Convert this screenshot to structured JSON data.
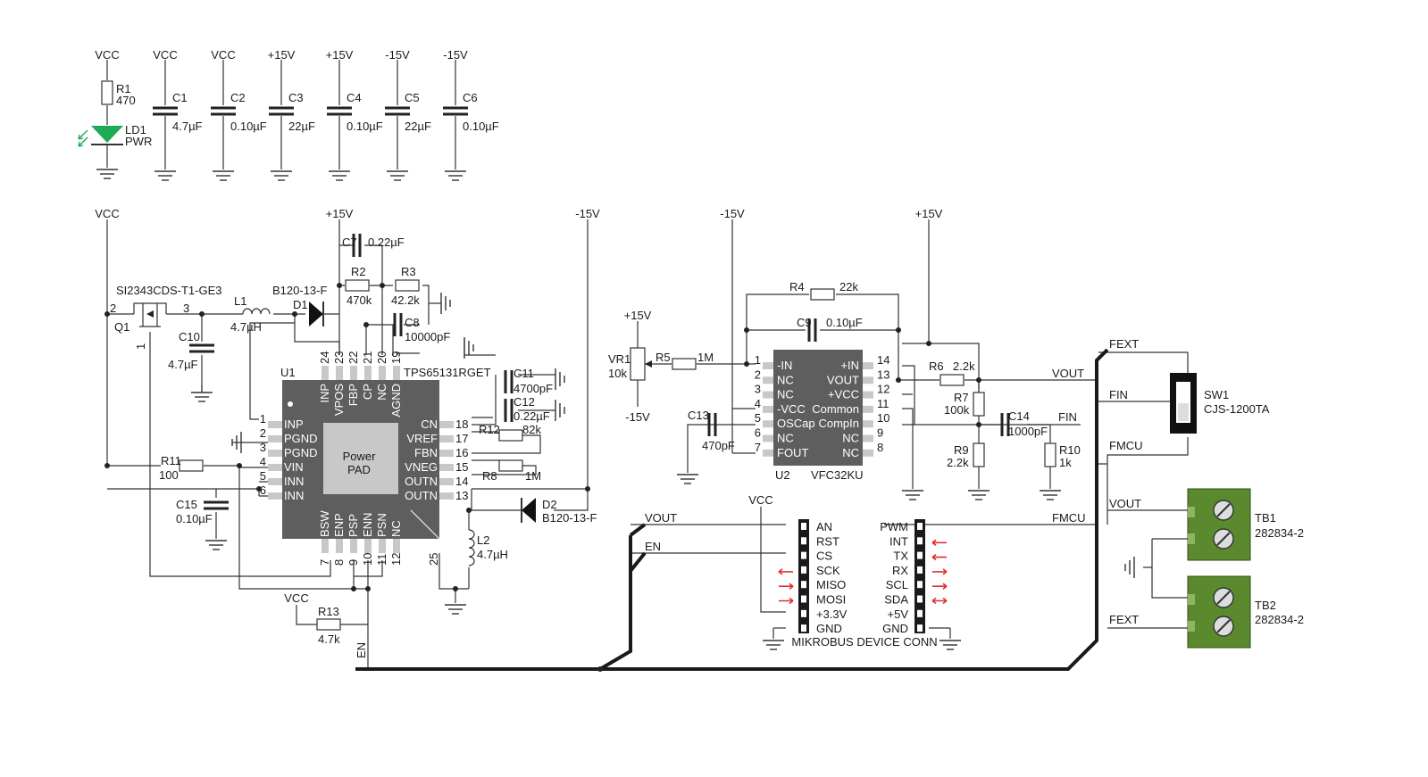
{
  "colors": {
    "chip": "#5e5e5e",
    "pad": "#c8c8c8",
    "pin": "#c8c8c8",
    "led": "#1faa55",
    "arrow": "#e03030",
    "terminal": "#5b8a2e",
    "wire": "#333333",
    "bus": "#1a1a1a"
  },
  "top_row": {
    "led": {
      "supply": "VCC",
      "resistor": "R1",
      "resistor_value": "470",
      "designator": "LD1",
      "label": "PWR"
    },
    "caps": [
      {
        "supply": "VCC",
        "ref": "C1",
        "value": "4.7µF"
      },
      {
        "supply": "VCC",
        "ref": "C2",
        "value": "0.10µF"
      },
      {
        "supply": "+15V",
        "ref": "C3",
        "value": "22µF"
      },
      {
        "supply": "+15V",
        "ref": "C4",
        "value": "0.10µF"
      },
      {
        "supply": "-15V",
        "ref": "C5",
        "value": "22µF"
      },
      {
        "supply": "-15V",
        "ref": "C6",
        "value": "0.10µF"
      }
    ]
  },
  "power_section": {
    "vcc": "VCC",
    "p15": "+15V",
    "m15": "-15V",
    "q1": {
      "part": "SI2343CDS-T1-GE3",
      "ref": "Q1",
      "pin2": "2",
      "pin3": "3",
      "pin1": "1"
    },
    "l1": {
      "ref": "L1",
      "value": "4.7µH"
    },
    "d1": {
      "part": "B120-13-F",
      "ref": "D1"
    },
    "c10": {
      "ref": "C10",
      "value": "4.7µF"
    },
    "c7": {
      "ref": "C7",
      "value": "0.22µF"
    },
    "r2": {
      "ref": "R2",
      "value": "470k"
    },
    "r3": {
      "ref": "R3",
      "value": "42.2k"
    },
    "c8": {
      "ref": "C8",
      "value": "10000pF"
    },
    "c11": {
      "ref": "C11",
      "value": "4700pF"
    },
    "c12": {
      "ref": "C12",
      "value": "0.22µF"
    },
    "r12": {
      "ref": "R12",
      "value": "82k"
    },
    "r8": {
      "ref": "R8",
      "value": "1M"
    },
    "r11": {
      "ref": "R11",
      "value": "100"
    },
    "c15": {
      "ref": "C15",
      "value": "0.10µF"
    },
    "d2": {
      "ref": "D2",
      "part": "B120-13-F"
    },
    "l2": {
      "ref": "L2",
      "value": "4.7µH"
    },
    "r13": {
      "ref": "R13",
      "value": "4.7k",
      "supply": "VCC"
    },
    "en": "EN",
    "u1": {
      "ref": "U1",
      "part": "TPS65131RGET",
      "pad_line1": "Power",
      "pad_line2": "PAD",
      "left_pins": [
        {
          "num": "1",
          "name": "INP"
        },
        {
          "num": "2",
          "name": "PGND"
        },
        {
          "num": "3",
          "name": "PGND"
        },
        {
          "num": "4",
          "name": "VIN"
        },
        {
          "num": "5",
          "name": "INN"
        },
        {
          "num": "6",
          "name": "INN"
        }
      ],
      "top_pins": [
        {
          "num": "24",
          "name": "INP"
        },
        {
          "num": "23",
          "name": "VPOS"
        },
        {
          "num": "22",
          "name": "FBP"
        },
        {
          "num": "21",
          "name": "CP"
        },
        {
          "num": "20",
          "name": "NC"
        },
        {
          "num": "19",
          "name": "AGND"
        }
      ],
      "right_pins": [
        {
          "num": "18",
          "name": "CN"
        },
        {
          "num": "17",
          "name": "VREF"
        },
        {
          "num": "16",
          "name": "FBN"
        },
        {
          "num": "15",
          "name": "VNEG"
        },
        {
          "num": "14",
          "name": "OUTN"
        },
        {
          "num": "13",
          "name": "OUTN"
        }
      ],
      "bottom_pins": [
        {
          "num": "7",
          "name": "BSW"
        },
        {
          "num": "8",
          "name": "ENP"
        },
        {
          "num": "9",
          "name": "PSP"
        },
        {
          "num": "10",
          "name": "ENN"
        },
        {
          "num": "11",
          "name": "PSN"
        },
        {
          "num": "12",
          "name": "NC"
        }
      ],
      "pin25": "25"
    }
  },
  "vfc_section": {
    "m15": "-15V",
    "p15": "+15V",
    "vr_supply_top": "+15V",
    "vr_supply_bot": "-15V",
    "vr1": {
      "ref": "VR1",
      "value": "10k"
    },
    "r5": {
      "ref": "R5",
      "value": "1M"
    },
    "r4": {
      "ref": "R4",
      "value": "22k"
    },
    "c9": {
      "ref": "C9",
      "value": "0.10µF"
    },
    "c13": {
      "ref": "C13",
      "value": "470pF"
    },
    "r6": {
      "ref": "R6",
      "value": "2.2k"
    },
    "r7": {
      "ref": "R7",
      "value": "100k"
    },
    "r9": {
      "ref": "R9",
      "value": "2.2k"
    },
    "c14": {
      "ref": "C14",
      "value": "1000pF"
    },
    "r10": {
      "ref": "R10",
      "value": "1k"
    },
    "u2": {
      "ref": "U2",
      "part": "VFC32KU",
      "left_pins": [
        {
          "num": "1",
          "name": "-IN"
        },
        {
          "num": "2",
          "name": "NC"
        },
        {
          "num": "3",
          "name": "NC"
        },
        {
          "num": "4",
          "name": "-VCC"
        },
        {
          "num": "5",
          "name": "OSCap"
        },
        {
          "num": "6",
          "name": "NC"
        },
        {
          "num": "7",
          "name": "FOUT"
        }
      ],
      "right_pins": [
        {
          "num": "14",
          "name": "+IN"
        },
        {
          "num": "13",
          "name": "VOUT"
        },
        {
          "num": "12",
          "name": "+VCC"
        },
        {
          "num": "11",
          "name": "Common"
        },
        {
          "num": "10",
          "name": "CompIn"
        },
        {
          "num": "9",
          "name": "NC"
        },
        {
          "num": "8",
          "name": "NC"
        }
      ]
    },
    "net_vout": "VOUT",
    "net_fin": "FIN"
  },
  "switch_section": {
    "fext": "FEXT",
    "fin": "FIN",
    "fmcu": "FMCU",
    "sw_ref": "SW1",
    "sw_part": "CJS-1200TA",
    "vout": "VOUT",
    "tb1_ref": "TB1",
    "tb1_part": "282834-2",
    "tb2_ref": "TB2",
    "tb2_part": "282834-2",
    "fext2": "FEXT"
  },
  "mikrobus": {
    "vcc": "VCC",
    "vout": "VOUT",
    "en": "EN",
    "fmcu": "FMCU",
    "title": "MIKROBUS DEVICE CONN",
    "left": [
      "AN",
      "RST",
      "CS",
      "SCK",
      "MISO",
      "MOSI",
      "+3.3V",
      "GND"
    ],
    "right": [
      "PWM",
      "INT",
      "TX",
      "RX",
      "SCL",
      "SDA",
      "+5V",
      "GND"
    ],
    "left_arrows": [
      "",
      "",
      "",
      "left",
      "right",
      "right",
      "",
      ""
    ],
    "right_arrows": [
      "",
      "left",
      "left",
      "right",
      "right",
      "both",
      "",
      ""
    ]
  }
}
